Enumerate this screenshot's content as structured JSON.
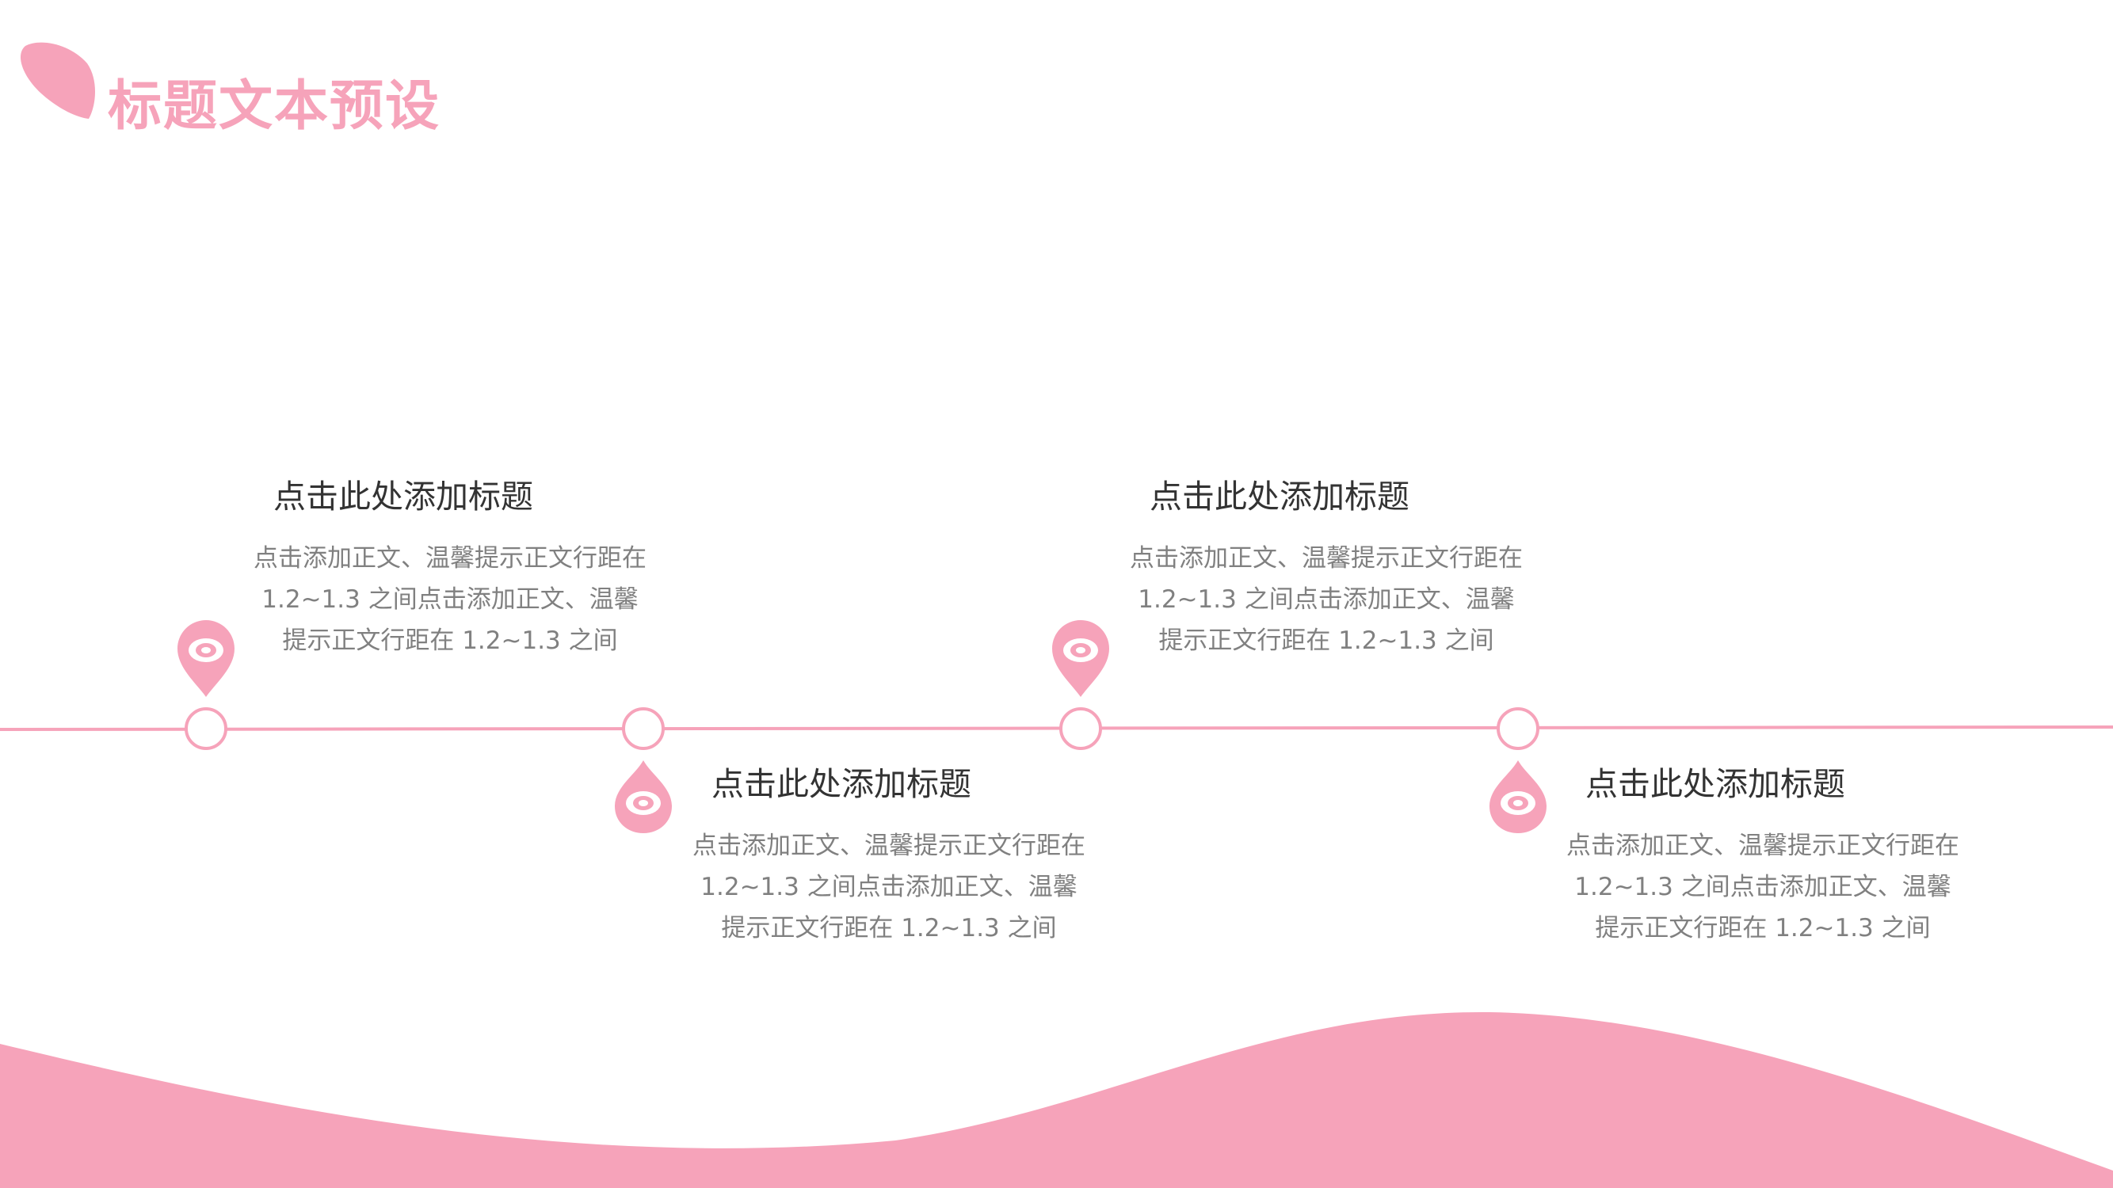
{
  "header": {
    "title": "标题文本预设"
  },
  "timeline": {
    "items": [
      {
        "title": "点击此处添加标题",
        "body": "点击添加正文、温馨提示正文行距在 1.2~1.3 之间点击添加正文、温馨提示正文行距在 1.2~1.3 之间",
        "position": "above"
      },
      {
        "title": "点击此处添加标题",
        "body": "点击添加正文、温馨提示正文行距在 1.2~1.3 之间点击添加正文、温馨提示正文行距在 1.2~1.3 之间",
        "position": "below"
      },
      {
        "title": "点击此处添加标题",
        "body": "点击添加正文、温馨提示正文行距在 1.2~1.3 之间点击添加正文、温馨提示正文行距在 1.2~1.3 之间",
        "position": "above"
      },
      {
        "title": "点击此处添加标题",
        "body": "点击添加正文、温馨提示正文行距在 1.2~1.3 之间点击添加正文、温馨提示正文行距在 1.2~1.3 之间",
        "position": "below"
      }
    ]
  },
  "colors": {
    "accent": "#f6a3ba",
    "title_text": "#333333",
    "body_text": "#808080"
  },
  "icons": {
    "header": "petal-blob-icon",
    "pin_above": "map-pin-icon",
    "pin_below": "drop-target-icon"
  }
}
